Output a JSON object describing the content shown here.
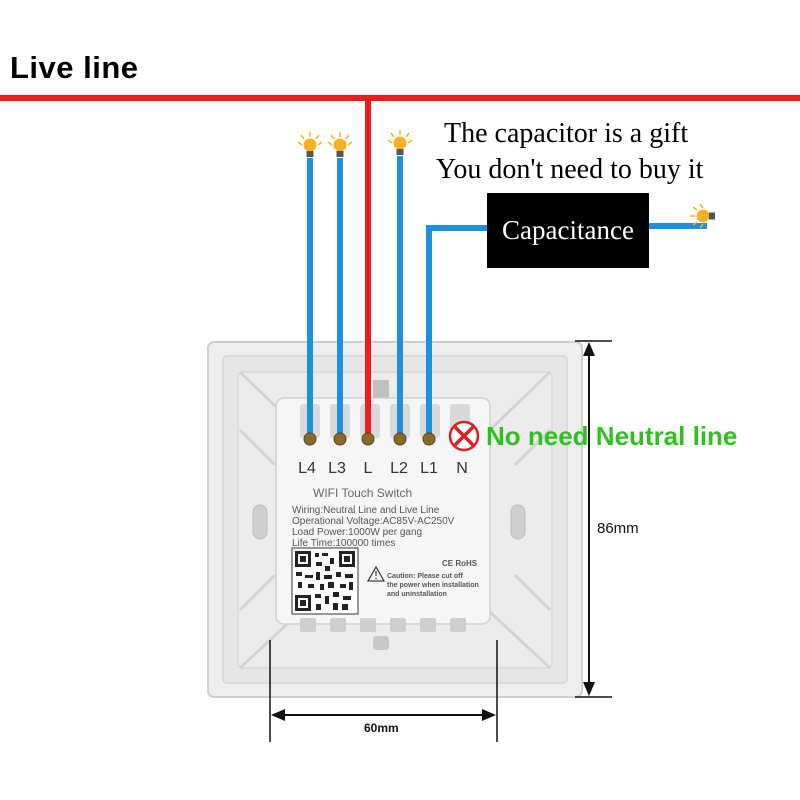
{
  "title": "Live line",
  "note_lines": [
    "The capacitor is a gift",
    "You don't need to buy it"
  ],
  "capacitance_label": "Capacitance",
  "neutral_note": "No need Neutral line",
  "terminals": [
    "L4",
    "L3",
    "L",
    "L2",
    "L1",
    "N"
  ],
  "module": {
    "name": "WIFI Touch Switch",
    "specs": [
      "Wiring:Neutral Line and Live Line",
      "Operational Voltage:AC85V-AC250V",
      "Load Power:1000W per gang",
      "Life Time:100000 times"
    ],
    "certification": "CE RoHS",
    "caution_lines": [
      "Caution: Please cut off",
      "the power when installation",
      "and uninstallation"
    ]
  },
  "dimensions": {
    "height": "86mm",
    "width": "60mm"
  },
  "icons": {
    "lamp": "light-bulb-icon",
    "cross": "cross-circle-icon",
    "warning": "warning-triangle-icon"
  },
  "colors": {
    "live_wire": "#ee1c1c",
    "load_wire": "#1e90dc",
    "neutral_note": "#2fc21f",
    "cross": "#e02020",
    "lamp": "#f5b21e"
  }
}
